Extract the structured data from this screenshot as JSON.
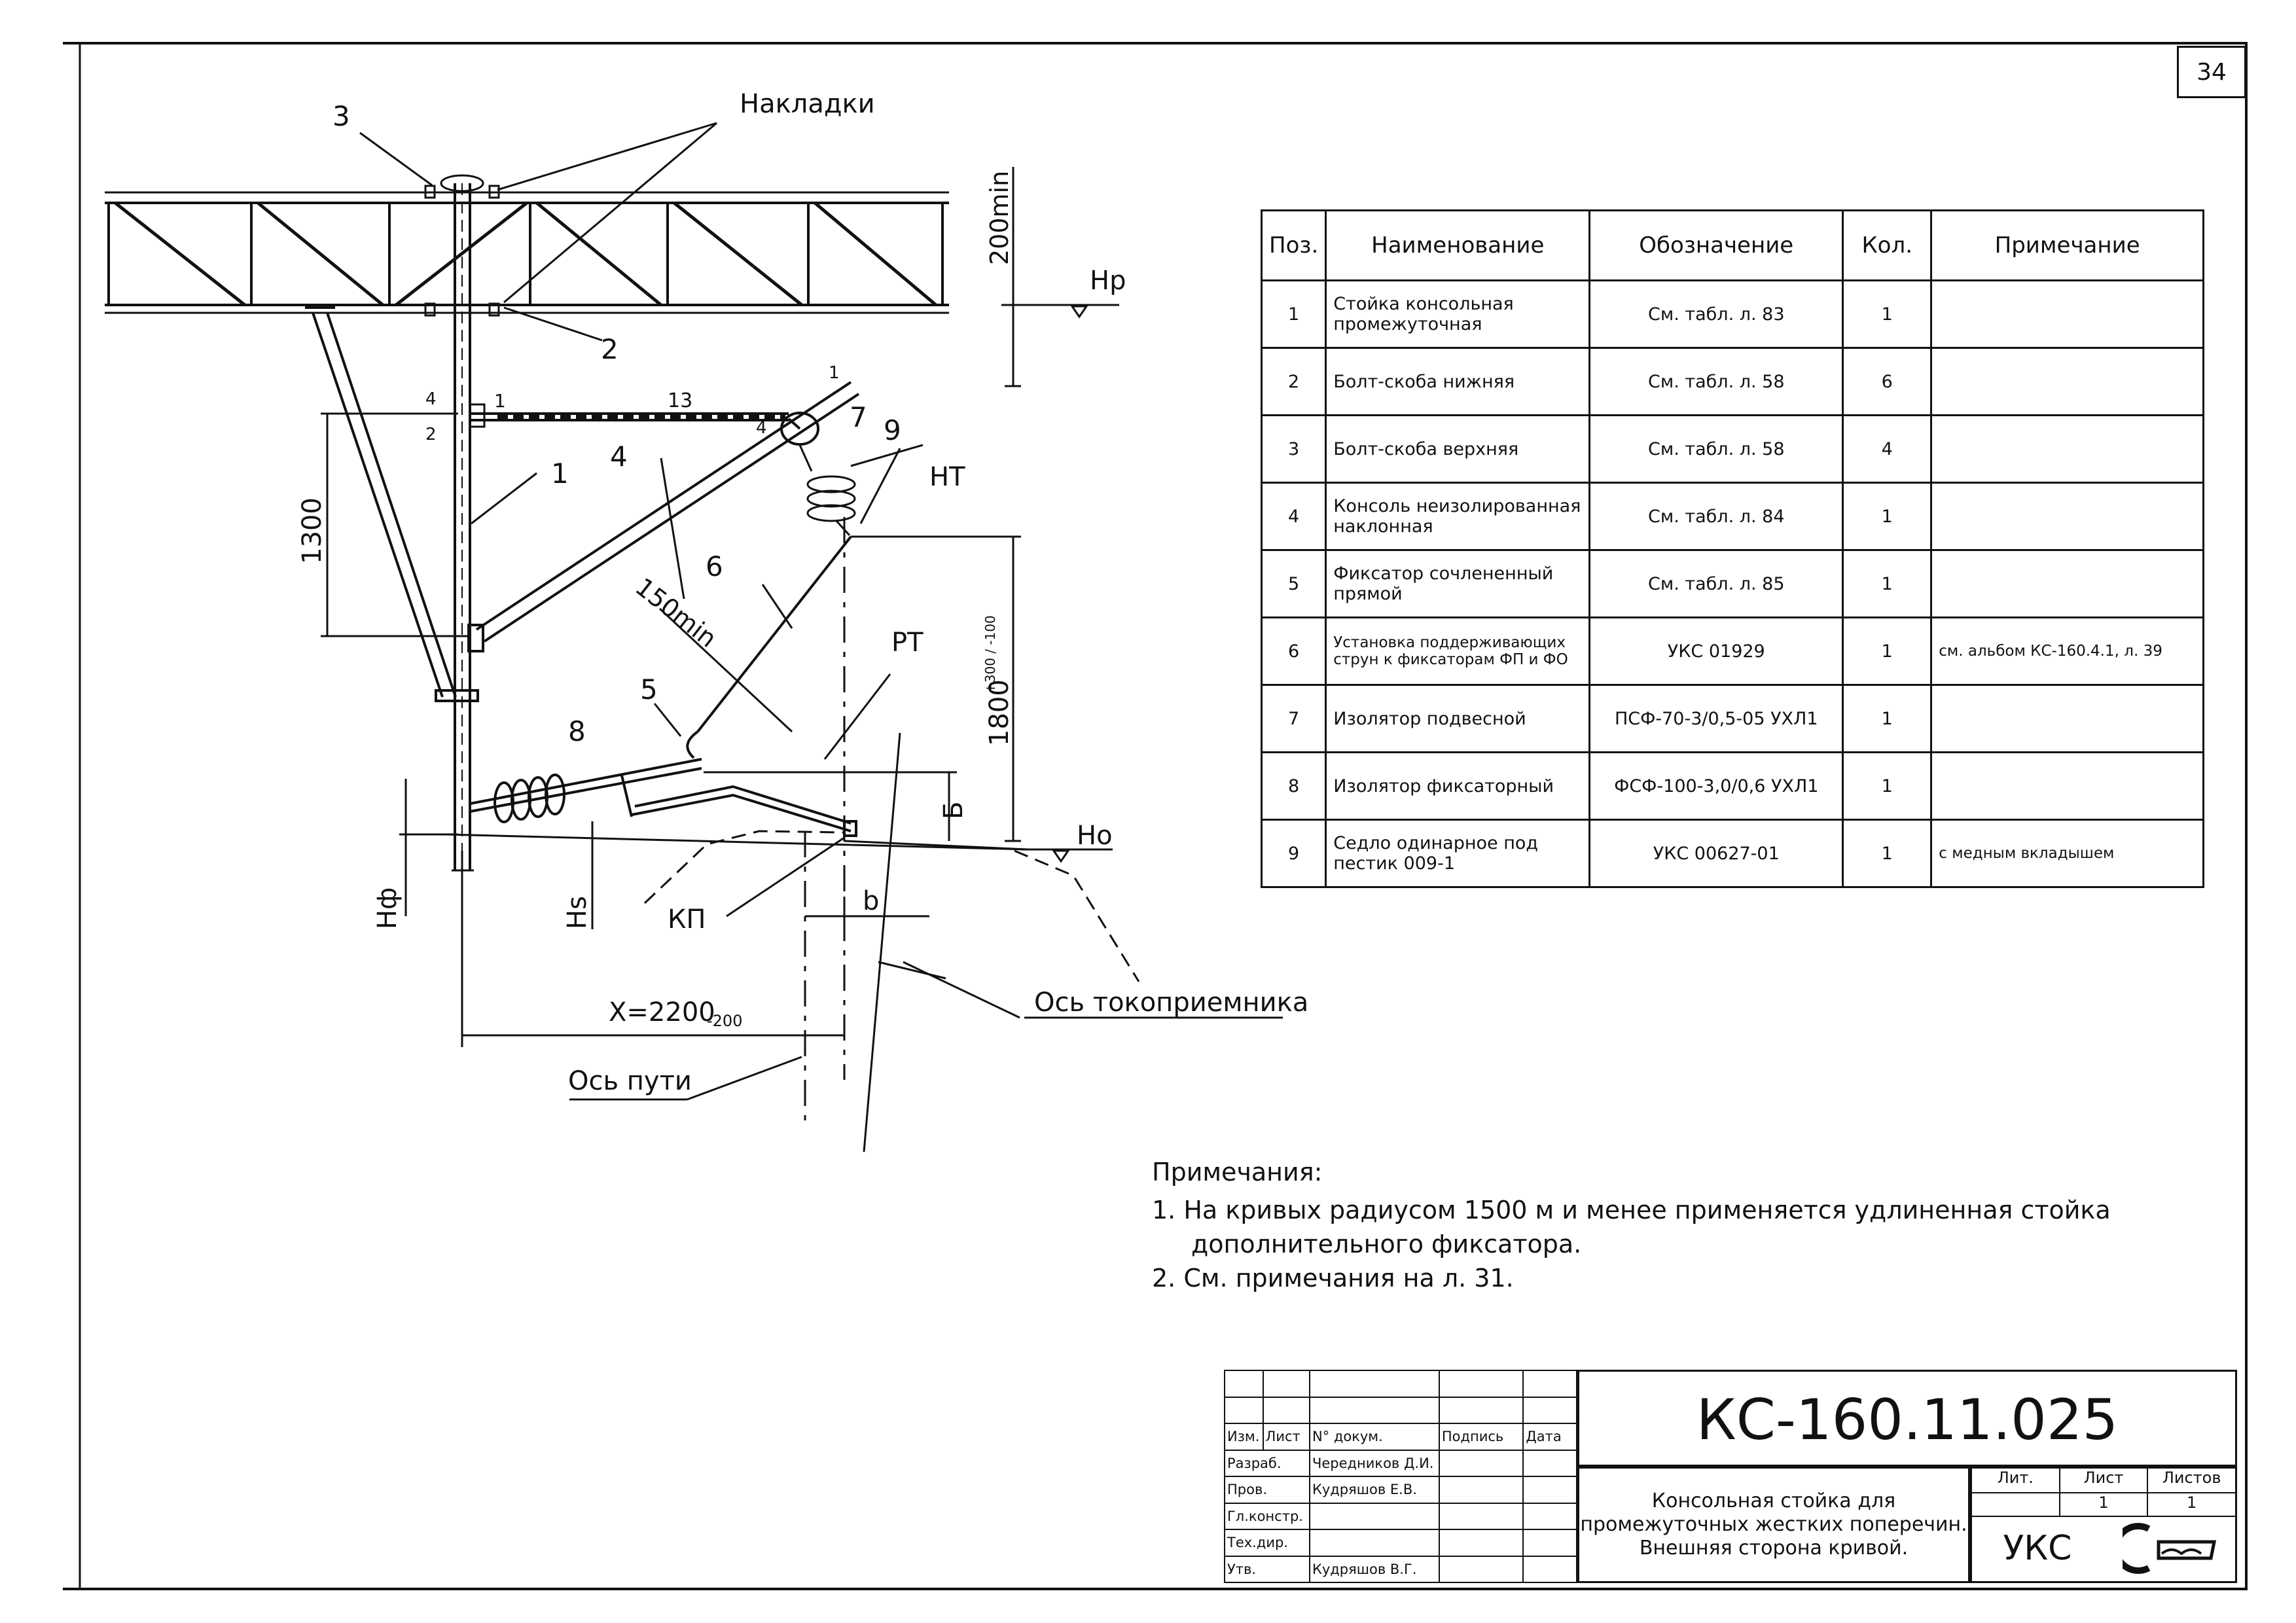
{
  "sheet_number": "34",
  "drawing": {
    "labels": {
      "nakladki": "Накладки",
      "hp": "Hp",
      "ho": "Ho",
      "nt": "НТ",
      "rt": "РТ",
      "kp": "КП",
      "b_small": "b",
      "b_cyr": "Б",
      "hf": "Hф",
      "hs": "Hs",
      "dim_200min": "200min",
      "dim_1300": "1300",
      "dim_150min": "150min",
      "dim_1800": "1800",
      "dim_1800_tol": "+300 / -100",
      "dim_x": "X=2200",
      "dim_x_tol": "-200",
      "axis_pantograph": "Ось токоприемника",
      "axis_track": "Ось пути"
    },
    "callouts": [
      "1",
      "2",
      "3",
      "4",
      "5",
      "6",
      "7",
      "8",
      "9",
      "13"
    ]
  },
  "spec_table": {
    "headers": [
      "Поз.",
      "Наименование",
      "Обозначение",
      "Кол.",
      "Примечание"
    ],
    "rows": [
      {
        "pos": "1",
        "name": "Стойка консольная промежуточная",
        "designation": "См. табл. л. 83",
        "qty": "1",
        "note": ""
      },
      {
        "pos": "2",
        "name": "Болт-скоба нижняя",
        "designation": "См. табл. л. 58",
        "qty": "6",
        "note": ""
      },
      {
        "pos": "3",
        "name": "Болт-скоба верхняя",
        "designation": "См. табл. л. 58",
        "qty": "4",
        "note": ""
      },
      {
        "pos": "4",
        "name": "Консоль неизолированная наклонная",
        "designation": "См. табл. л. 84",
        "qty": "1",
        "note": ""
      },
      {
        "pos": "5",
        "name": "Фиксатор сочлененный прямой",
        "designation": "См. табл. л. 85",
        "qty": "1",
        "note": ""
      },
      {
        "pos": "6",
        "name": "Установка поддерживающих струн к фиксаторам ФП и ФО",
        "designation": "УКС 01929",
        "qty": "1",
        "note": "см. альбом КС-160.4.1, л. 39"
      },
      {
        "pos": "7",
        "name": "Изолятор подвесной",
        "designation": "ПСФ-70-3/0,5-05 УХЛ1",
        "qty": "1",
        "note": ""
      },
      {
        "pos": "8",
        "name": "Изолятор фиксаторный",
        "designation": "ФСФ-100-3,0/0,6 УХЛ1",
        "qty": "1",
        "note": ""
      },
      {
        "pos": "9",
        "name": "Седло одинарное под пестик 009-1",
        "designation": "УКС 00627-01",
        "qty": "1",
        "note": "с медным вкладышем"
      }
    ]
  },
  "notes": {
    "heading": "Примечания:",
    "items": [
      "1. На кривых радиусом 1500 м и менее применяется удлиненная стойка дополнительного фиксатора.",
      "2. См. примечания на л. 31."
    ]
  },
  "title_block": {
    "code": "КС-160.11.025",
    "title_lines": [
      "Консольная стойка для",
      "промежуточных жестких поперечин.",
      "Внешняя сторона кривой."
    ],
    "header_cells": [
      "Изм.",
      "Лист",
      "N° докум.",
      "Подпись",
      "Дата"
    ],
    "roles": [
      {
        "role": "Разраб.",
        "name": "Чередников Д.И."
      },
      {
        "role": "Пров.",
        "name": "Кудряшов Е.В."
      },
      {
        "role": "Гл.констр.",
        "name": ""
      },
      {
        "role": "Тех.дир.",
        "name": ""
      },
      {
        "role": "Утв.",
        "name": "Кудряшов В.Г."
      }
    ],
    "lit_label": "Лит.",
    "sheet_label": "Лист",
    "sheets_label": "Листов",
    "sheet_value": "1",
    "sheets_value": "1",
    "org": "УКС"
  }
}
